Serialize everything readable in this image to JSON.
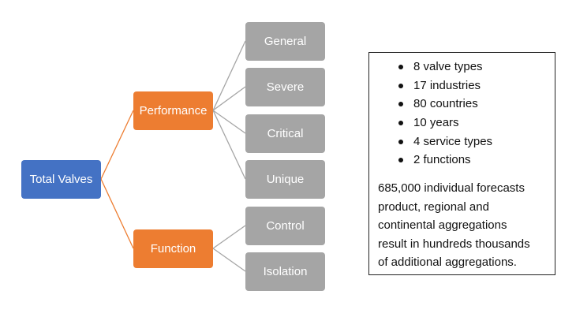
{
  "diagram": {
    "root": {
      "label": "Total Valves",
      "color": "#4472C4"
    },
    "categories": [
      {
        "label": "Performance",
        "color": "#ED7D31"
      },
      {
        "label": "Function",
        "color": "#ED7D31"
      }
    ],
    "leaves": {
      "performance": [
        "General",
        "Severe",
        "Critical",
        "Unique"
      ],
      "function": [
        "Control",
        "Isolation"
      ],
      "color": "#A5A5A5"
    },
    "connector_colors": {
      "root_to_category": "#ED7D31",
      "category_to_leaf": "#A5A5A5"
    }
  },
  "info": {
    "bullets": [
      "8 valve types",
      "17 industries",
      "80 countries",
      "10 years",
      "4 service types",
      "2 functions"
    ],
    "description": "685,000 individual forecasts\nproduct, regional and\ncontinental aggregations\nresult in hundreds thousands\nof  additional aggregations."
  }
}
